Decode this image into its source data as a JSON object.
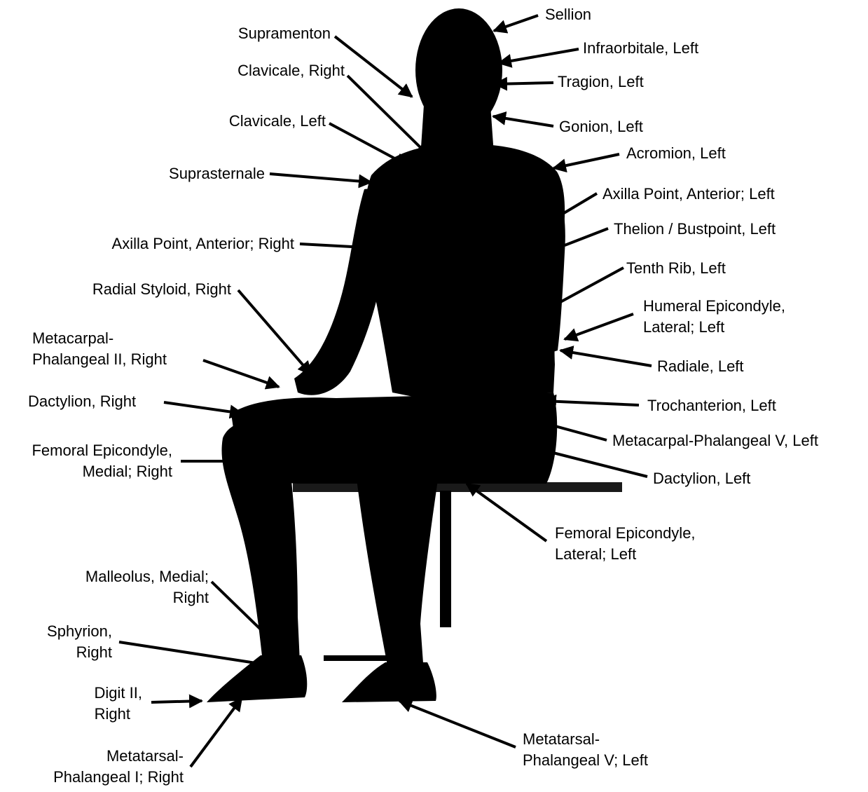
{
  "diagram": {
    "labels": [
      {
        "id": "sellion",
        "lines": [
          "Sellion"
        ]
      },
      {
        "id": "supramenton",
        "lines": [
          "Supramenton"
        ]
      },
      {
        "id": "infraorbitale-left",
        "lines": [
          "Infraorbitale, Left"
        ]
      },
      {
        "id": "clavicale-right",
        "lines": [
          "Clavicale, Right"
        ]
      },
      {
        "id": "tragion-left",
        "lines": [
          "Tragion, Left"
        ]
      },
      {
        "id": "clavicale-left",
        "lines": [
          "Clavicale, Left"
        ]
      },
      {
        "id": "gonion-left",
        "lines": [
          "Gonion, Left"
        ]
      },
      {
        "id": "acromion-left",
        "lines": [
          "Acromion, Left"
        ]
      },
      {
        "id": "suprasternale",
        "lines": [
          "Suprasternale"
        ]
      },
      {
        "id": "axilla-anterior-left",
        "lines": [
          "Axilla Point, Anterior; Left"
        ]
      },
      {
        "id": "thelion-left",
        "lines": [
          "Thelion / Bustpoint, Left"
        ]
      },
      {
        "id": "axilla-anterior-right",
        "lines": [
          "Axilla Point, Anterior; Right"
        ]
      },
      {
        "id": "tenth-rib-left",
        "lines": [
          "Tenth Rib, Left"
        ]
      },
      {
        "id": "radial-styloid-right",
        "lines": [
          "Radial Styloid, Right"
        ]
      },
      {
        "id": "humeral-epicondyle-lateral-left",
        "lines": [
          "Humeral Epicondyle,",
          "Lateral; Left"
        ]
      },
      {
        "id": "metacarpal-phalangeal-ii-right",
        "lines": [
          "Metacarpal-",
          "Phalangeal II, Right"
        ]
      },
      {
        "id": "radiale-left",
        "lines": [
          "Radiale, Left"
        ]
      },
      {
        "id": "dactylion-right",
        "lines": [
          "Dactylion, Right"
        ]
      },
      {
        "id": "trochanterion-left",
        "lines": [
          "Trochanterion, Left"
        ]
      },
      {
        "id": "metacarpal-phalangeal-v-left",
        "lines": [
          "Metacarpal-Phalangeal V, Left"
        ]
      },
      {
        "id": "femoral-epicondyle-medial-right",
        "lines": [
          "Femoral Epicondyle,",
          "Medial; Right"
        ]
      },
      {
        "id": "dactylion-left",
        "lines": [
          "Dactylion, Left"
        ]
      },
      {
        "id": "femoral-epicondyle-lateral-left",
        "lines": [
          "Femoral Epicondyle,",
          "Lateral; Left"
        ]
      },
      {
        "id": "malleolus-medial-right",
        "lines": [
          "Malleolus, Medial;",
          "Right"
        ]
      },
      {
        "id": "sphyrion-right",
        "lines": [
          "Sphyrion,",
          "Right"
        ]
      },
      {
        "id": "digit-ii-right",
        "lines": [
          "Digit II,",
          "Right"
        ]
      },
      {
        "id": "metatarsal-phalangeal-v-left",
        "lines": [
          "Metatarsal-",
          "Phalangeal V; Left"
        ]
      },
      {
        "id": "metatarsal-phalangeal-i-right",
        "lines": [
          "Metatarsal-",
          "Phalangeal I; Right"
        ]
      }
    ]
  }
}
